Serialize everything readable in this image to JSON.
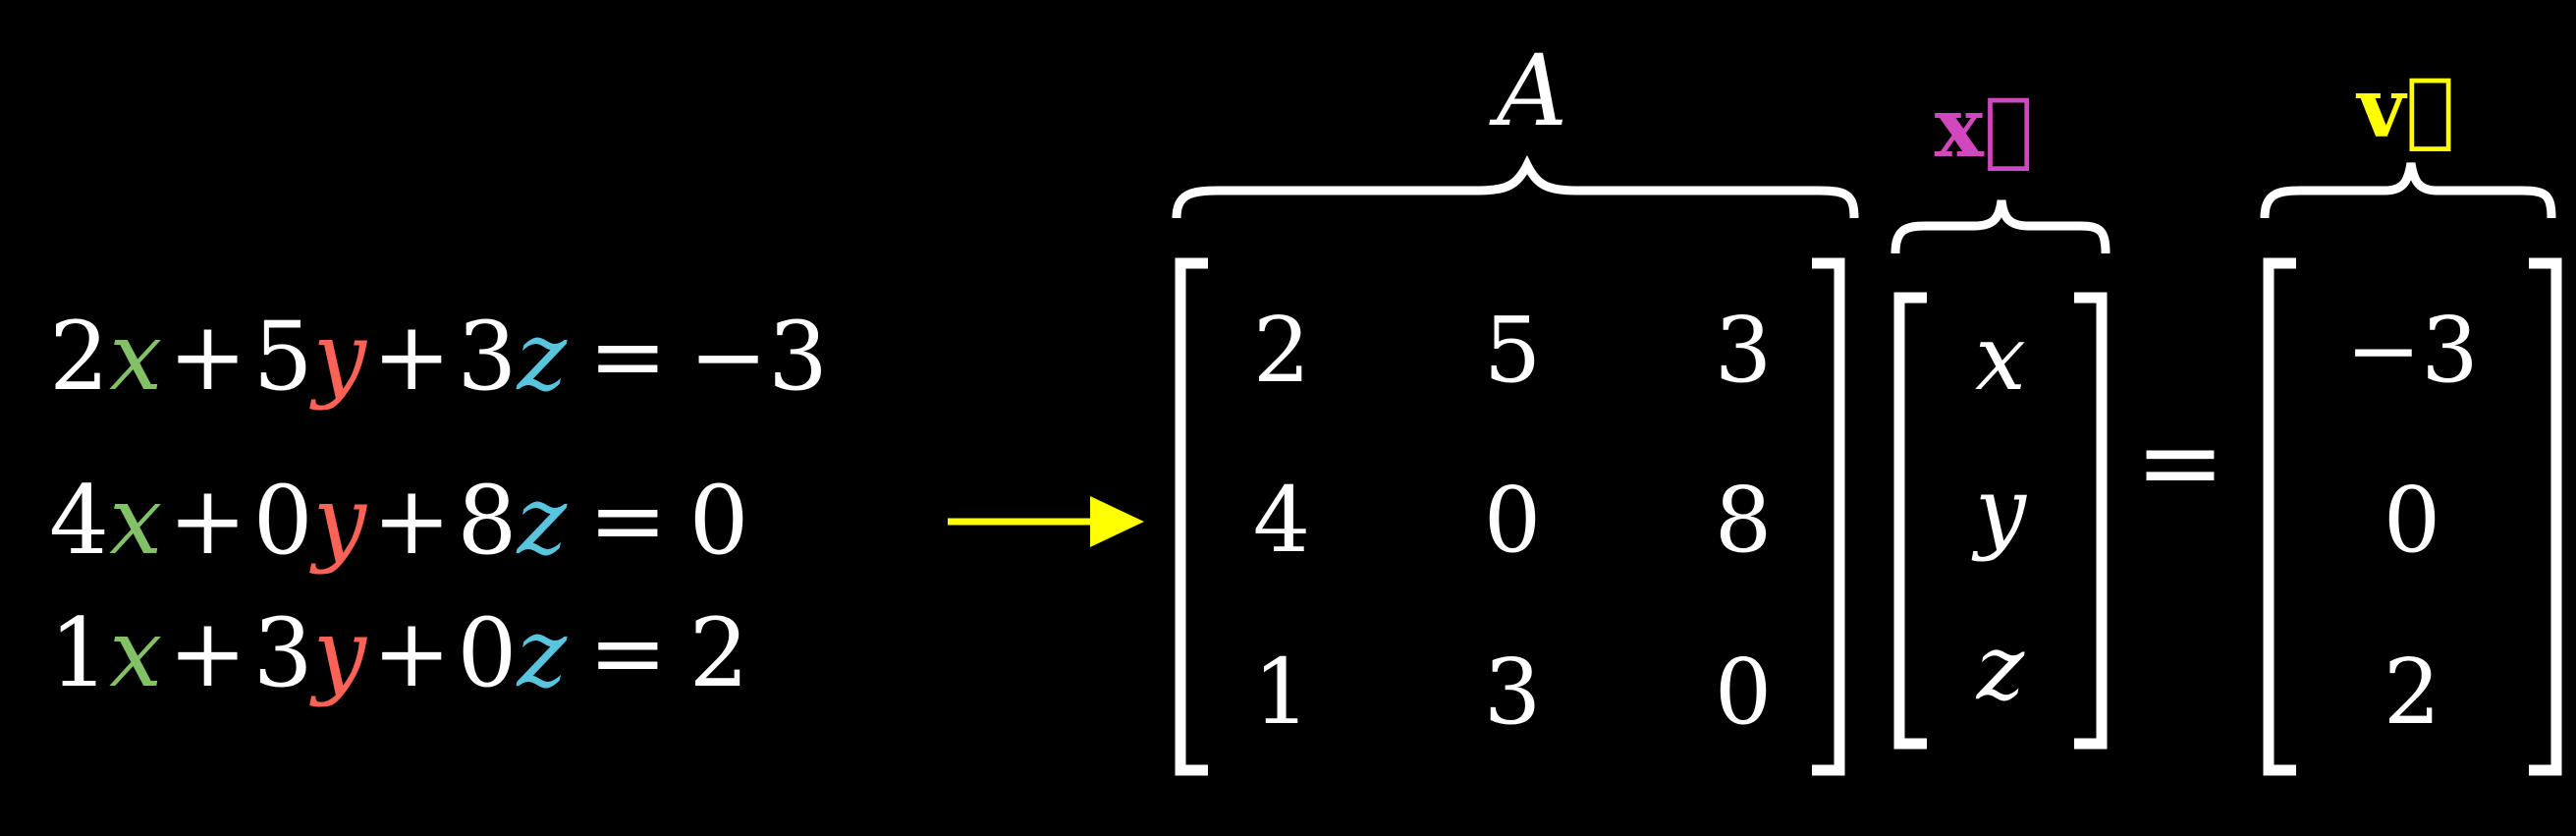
{
  "equations": [
    {
      "a": "2",
      "x": "x",
      "op1": "+",
      "b": "5",
      "y": "y",
      "op2": "+",
      "c": "3",
      "z": "z",
      "eq": "=",
      "rhs": "−3"
    },
    {
      "a": "4",
      "x": "x",
      "op1": "+",
      "b": "0",
      "y": "y",
      "op2": "+",
      "c": "8",
      "z": "z",
      "eq": "=",
      "rhs": "0"
    },
    {
      "a": "1",
      "x": "x",
      "op1": "+",
      "b": "3",
      "y": "y",
      "op2": "+",
      "c": "0",
      "z": "z",
      "eq": "=",
      "rhs": "2"
    }
  ],
  "matrix_A": {
    "label": "A",
    "rows": [
      [
        "2",
        "5",
        "3"
      ],
      [
        "4",
        "0",
        "8"
      ],
      [
        "1",
        "3",
        "0"
      ]
    ]
  },
  "vector_x": {
    "label": "x⃗",
    "entries": [
      "x",
      "y",
      "z"
    ]
  },
  "vector_v": {
    "label": "v⃗",
    "entries": [
      "−3",
      "0",
      "2"
    ]
  },
  "equals": "=",
  "colors": {
    "background": "#000000",
    "text": "#ffffff",
    "x": "#83c167",
    "y": "#fc6255",
    "z": "#58c4dd",
    "arrow": "#ffff00",
    "vector_x_label": "#d147bd",
    "vector_v_label": "#ffff00"
  }
}
